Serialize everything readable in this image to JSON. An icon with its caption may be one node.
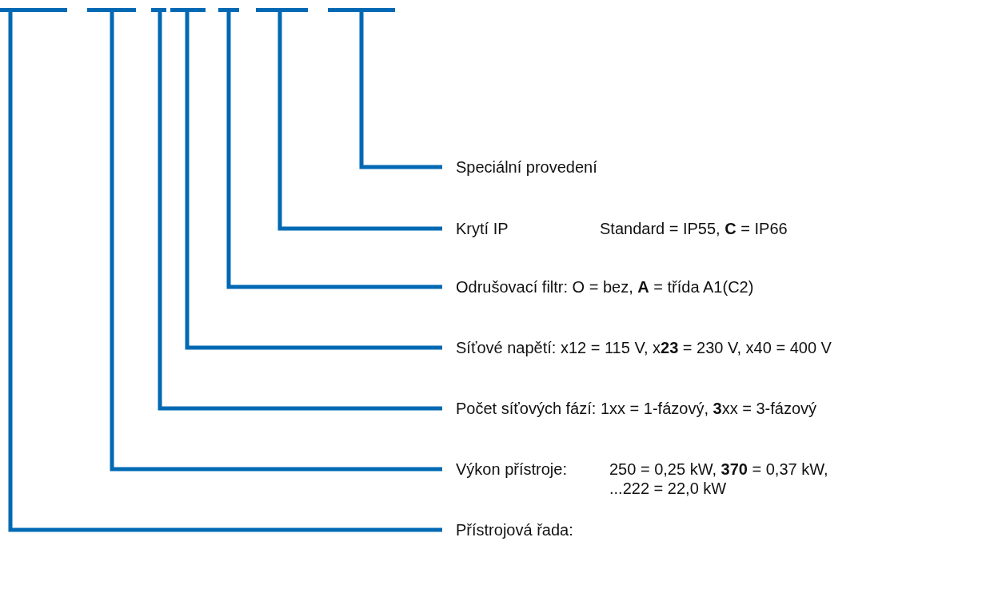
{
  "diagram": {
    "nodes": [
      {
        "text": [],
        "shape": "bar"
      },
      {
        "text": [],
        "shape": "bar"
      },
      {
        "text": [],
        "shape": "bar"
      },
      {
        "text": [],
        "shape": "bar"
      },
      {
        "text": [],
        "shape": "bar"
      },
      {
        "text": [],
        "shape": "bar"
      },
      {
        "text": [],
        "shape": "bar"
      },
      {
        "text": [
          "Speciální provedení"
        ]
      },
      {
        "text": [
          "Krytí IP",
          "Standard = IP55, **C** = IP66"
        ]
      },
      {
        "text": [
          "Odrušovací filtr: O = bez, **A** = třída A1(C2)"
        ]
      },
      {
        "text": [
          "Síťové napětí: x12 = 115 V, x**23** = 230 V, x40 = 400 V"
        ]
      },
      {
        "text": [
          "Počet síťových fází: 1xx = 1-fázový, **3**xx = 3-fázový"
        ]
      },
      {
        "text": [
          "Výkon přístroje:",
          "250 = 0,25 kW, **370** = 0,37 kW, ...222 = 22,0 kW"
        ]
      },
      {
        "text": [
          "Přístrojová řada:"
        ]
      }
    ],
    "edges": [
      {
        "from": 0,
        "to": 13,
        "arrow": "none"
      },
      {
        "from": 1,
        "to": 12,
        "arrow": "none"
      },
      {
        "from": 2,
        "to": 11,
        "arrow": "none"
      },
      {
        "from": 3,
        "to": 10,
        "arrow": "none"
      },
      {
        "from": 4,
        "to": 9,
        "arrow": "none"
      },
      {
        "from": 5,
        "to": 8,
        "arrow": "none"
      },
      {
        "from": 6,
        "to": 7,
        "arrow": "none"
      }
    ]
  }
}
